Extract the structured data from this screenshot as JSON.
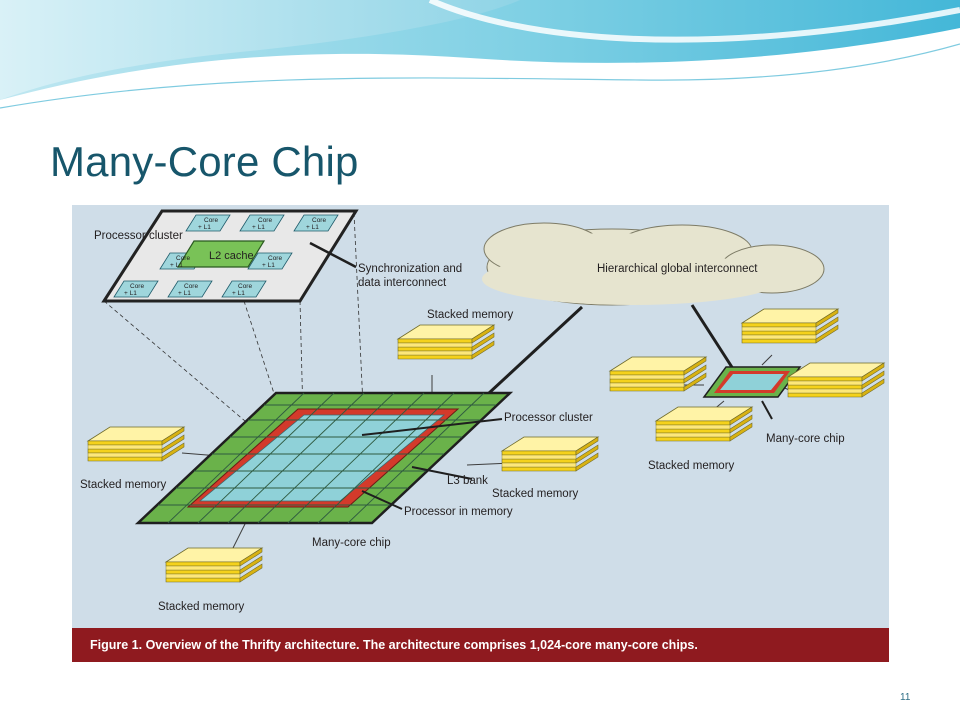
{
  "slide": {
    "title": "Many-Core Chip",
    "page_number": "11",
    "title_color": "#17566b",
    "banner_colors": [
      "#9fd9e8",
      "#3ab3d4",
      "#ffffff"
    ]
  },
  "figure": {
    "caption": "Figure 1. Overview of the Thrifty architecture. The architecture comprises 1,024-core many-core chips.",
    "caption_color": "#8f1a1f",
    "background_color": "#cfdde8",
    "labels": {
      "processor_cluster_top": "Processor cluster",
      "l2_cache": "L2 cache",
      "core": "Core",
      "l1": "+ L1",
      "sync_interconnect_line1": "Synchronization and",
      "sync_interconnect_line2": "data interconnect",
      "hierarchical_interconnect": "Hierarchical global interconnect",
      "stacked_memory_top": "Stacked memory",
      "stacked_memory_left": "Stacked memory",
      "stacked_memory_right": "Stacked memory",
      "stacked_memory_bottom": "Stacked memory",
      "stacked_memory_small": "Stacked memory",
      "processor_cluster_main": "Processor cluster",
      "l3_bank": "L3 bank",
      "processor_in_memory": "Processor in memory",
      "many_core_chip_main": "Many-core chip",
      "many_core_chip_small": "Many-core chip"
    },
    "colors": {
      "memory": "#f5d21b",
      "chip_border": "#6ab24a",
      "chip_core": "#8fd1d8",
      "processor_highlight": "#d33a2b",
      "cloud": "#e6e4cf",
      "l2": "#79c257"
    }
  }
}
